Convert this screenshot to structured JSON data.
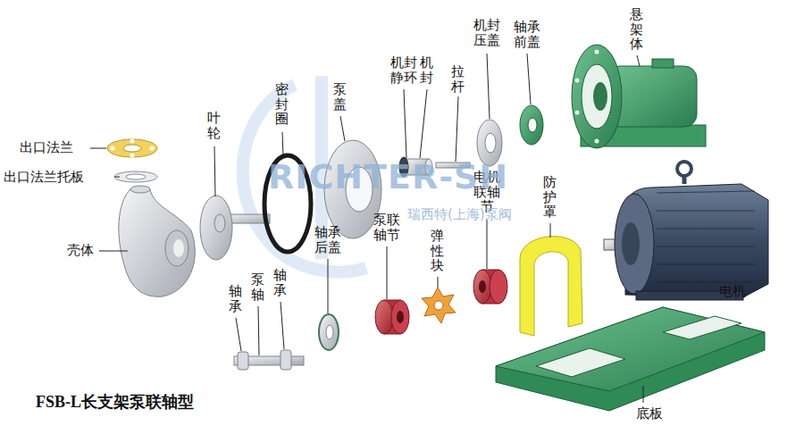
{
  "diagram": {
    "title": "FSB-L长支架泵联轴型",
    "labels": [
      "出口法兰",
      "出口法兰托板",
      "叶轮",
      "密封圈",
      "泵盖",
      "机封静环",
      "机封",
      "拉杆",
      "机封压盖",
      "轴承前盖",
      "悬架体",
      "壳体",
      "轴承后盖",
      "泵联轴节",
      "弹性块",
      "电机联轴节",
      "防护罩",
      "电机",
      "轴承",
      "泵轴",
      "轴承",
      "底板",
      "RICHTER-SH",
      "瑞西特(上海)泵阀"
    ]
  }
}
